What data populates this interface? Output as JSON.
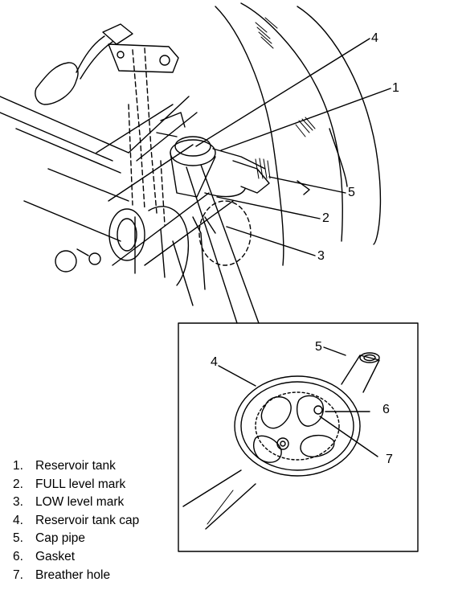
{
  "callouts": {
    "c1": "1",
    "c2": "2",
    "c3": "3",
    "c4": "4",
    "c5": "5",
    "inset_c4": "4",
    "inset_c5": "5",
    "inset_c6": "6",
    "inset_c7": "7"
  },
  "legend": [
    {
      "num": "1.",
      "label": "Reservoir tank"
    },
    {
      "num": "2.",
      "label": "FULL level mark"
    },
    {
      "num": "3.",
      "label": "LOW level mark"
    },
    {
      "num": "4.",
      "label": "Reservoir tank cap"
    },
    {
      "num": "5.",
      "label": "Cap pipe"
    },
    {
      "num": "6.",
      "label": "Gasket"
    },
    {
      "num": "7.",
      "label": "Breather hole"
    }
  ]
}
